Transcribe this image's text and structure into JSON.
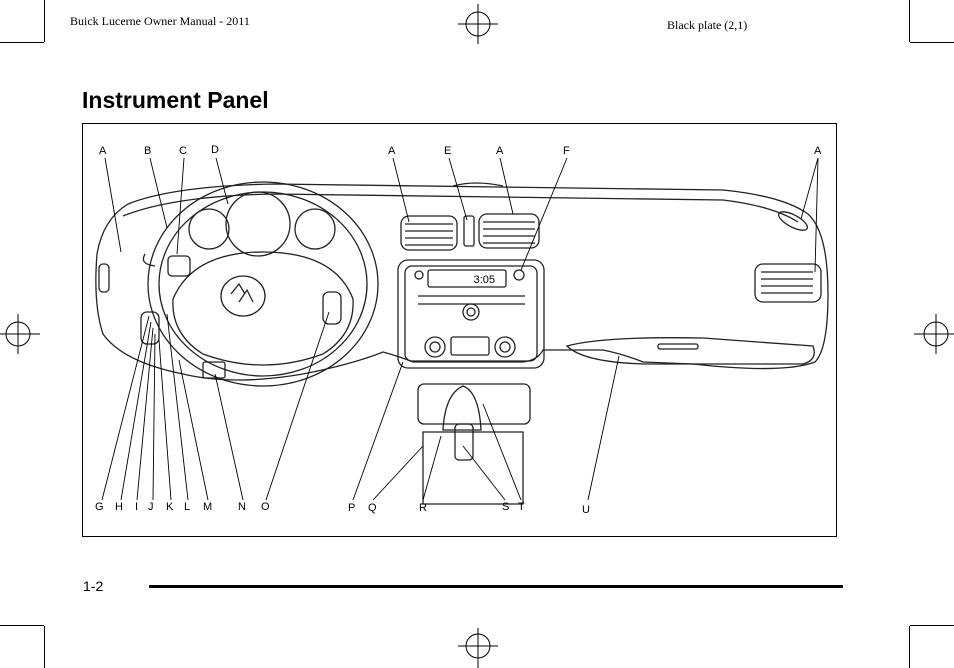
{
  "header": {
    "manual_title": "Buick Lucerne Owner Manual - 2011",
    "plate": "Black plate (2,1)"
  },
  "section_title": "Instrument Panel",
  "figure": {
    "callouts_top": [
      "A",
      "B",
      "C",
      "D",
      "A",
      "E",
      "A",
      "F",
      "A"
    ],
    "callouts_bottom": [
      "G",
      "H",
      "I",
      "J",
      "K",
      "L",
      "M",
      "N",
      "O",
      "P",
      "Q",
      "R",
      "S",
      "T",
      "U"
    ],
    "radio_display": "3:05",
    "brand_emblem": "buick-tri-shield-emblem"
  },
  "footer": {
    "page_number": "1-2"
  }
}
